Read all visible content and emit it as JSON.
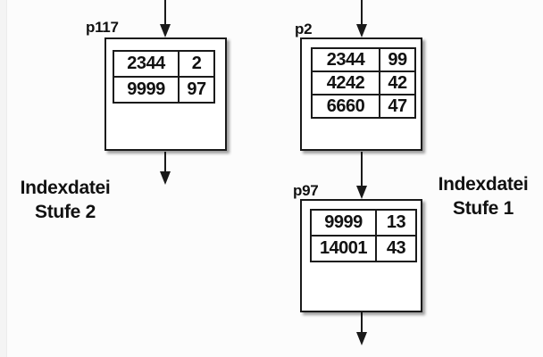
{
  "diagram": {
    "labels": {
      "left": {
        "line1": "Indexdatei",
        "line2": "Stufe 2"
      },
      "right": {
        "line1": "Indexdatei",
        "line2": "Stufe 1"
      }
    },
    "nodes": [
      {
        "id": "p117",
        "label": "p117",
        "rows": [
          [
            "2344",
            "2"
          ],
          [
            "9999",
            "97"
          ]
        ]
      },
      {
        "id": "p2",
        "label": "p2",
        "rows": [
          [
            "2344",
            "99"
          ],
          [
            "4242",
            "42"
          ],
          [
            "6660",
            "47"
          ]
        ]
      },
      {
        "id": "p97",
        "label": "p97",
        "rows": [
          [
            "9999",
            "13"
          ],
          [
            "14001",
            "43"
          ]
        ]
      }
    ],
    "colors": {
      "line": "#1a1a1a",
      "box_background": "#ffffff",
      "page_background": "#fcfcfc",
      "text": "#111111"
    }
  }
}
